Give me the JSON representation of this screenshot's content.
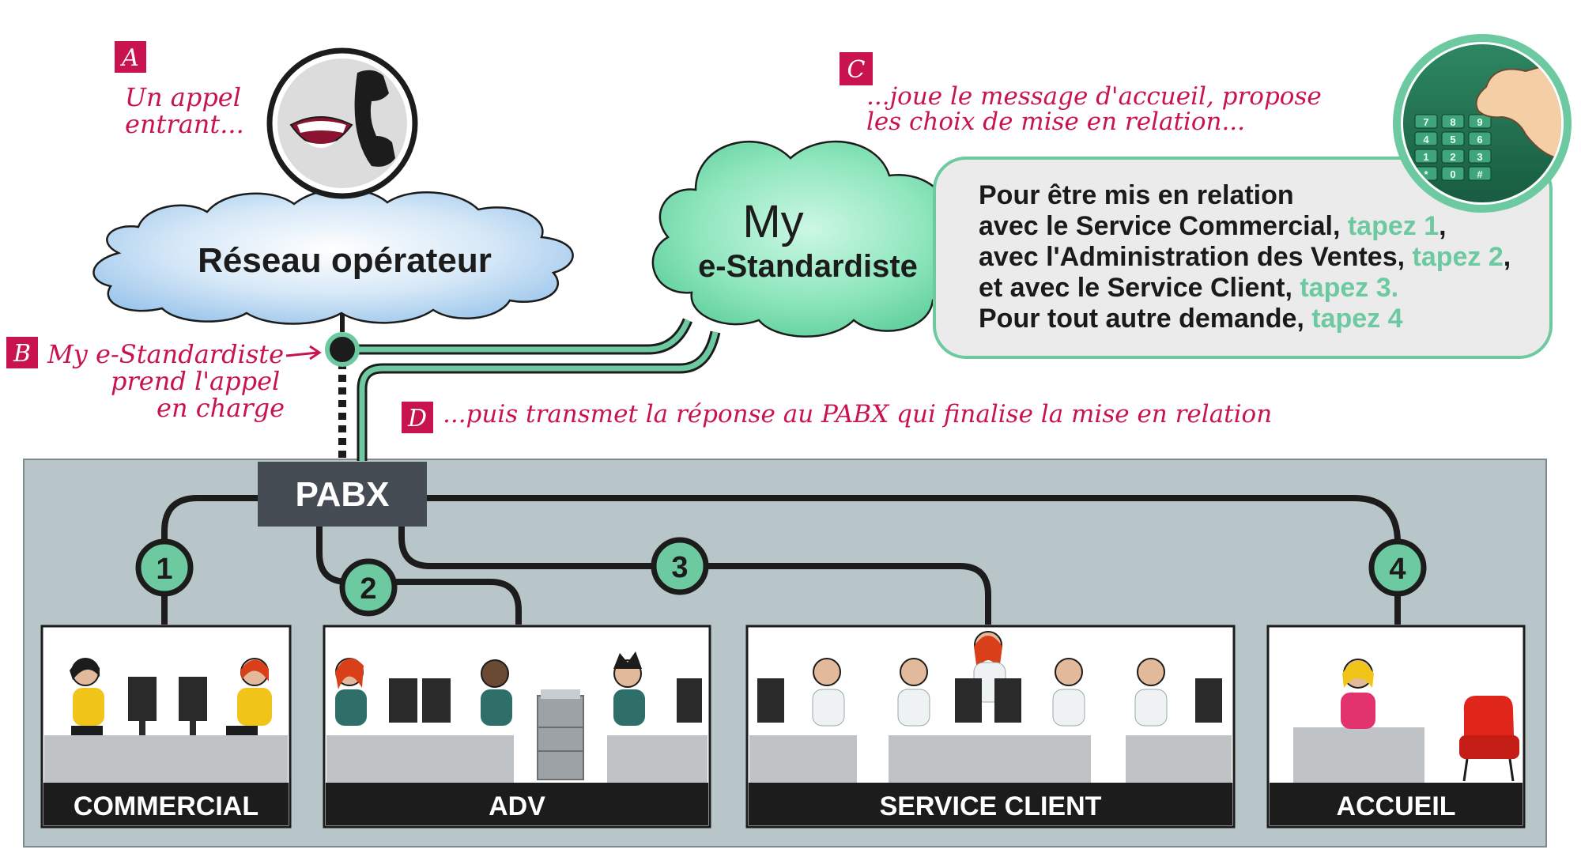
{
  "steps": {
    "a": {
      "letter": "A",
      "note_l1": "Un appel",
      "note_l2": "entrant..."
    },
    "b": {
      "letter": "B",
      "note_l1": "My e-Standardiste",
      "note_l2": "prend l'appel",
      "note_l3": "en charge"
    },
    "c": {
      "letter": "C",
      "note_l1": "...joue le message d'accueil, propose",
      "note_l2": "les choix de mise en relation..."
    },
    "d": {
      "letter": "D",
      "note": "...puis transmet la réponse au PABX qui finalise la mise en relation"
    }
  },
  "network": {
    "label": "Réseau opérateur"
  },
  "cloud": {
    "line1": "My",
    "line2": "e-Standardiste"
  },
  "pabx": {
    "label": "PABX"
  },
  "message": {
    "l1": "Pour être mis en relation",
    "l2_a": "avec le Service Commercial, ",
    "l2_b": "tapez 1",
    "l2_c": ",",
    "l3_a": "avec l'Administration des Ventes, ",
    "l3_b": "tapez 2",
    "l3_c": ",",
    "l4_a": "et avec le Service Client, ",
    "l4_b": "tapez 3.",
    "l5_a": "Pour tout autre demande, ",
    "l5_b": "tapez 4"
  },
  "keypad": {
    "keys": [
      "7",
      "8",
      "9",
      "4",
      "5",
      "6",
      "1",
      "2",
      "3",
      "*",
      "0",
      "#"
    ]
  },
  "departments": [
    {
      "label": "COMMERCIAL",
      "number": "1"
    },
    {
      "label": "ADV",
      "number": "2"
    },
    {
      "label": "SERVICE CLIENT",
      "number": "3"
    },
    {
      "label": "ACCUEIL",
      "number": "4"
    }
  ],
  "colors": {
    "accent_red": "#c8134f",
    "accent_green": "#6cc9a0",
    "panel_gray": "#b9c6c9",
    "dark": "#1c1c1c",
    "pabx_box": "#454c53"
  },
  "icons": {
    "phone": "phone-icon",
    "keypad": "keypad-icon"
  }
}
